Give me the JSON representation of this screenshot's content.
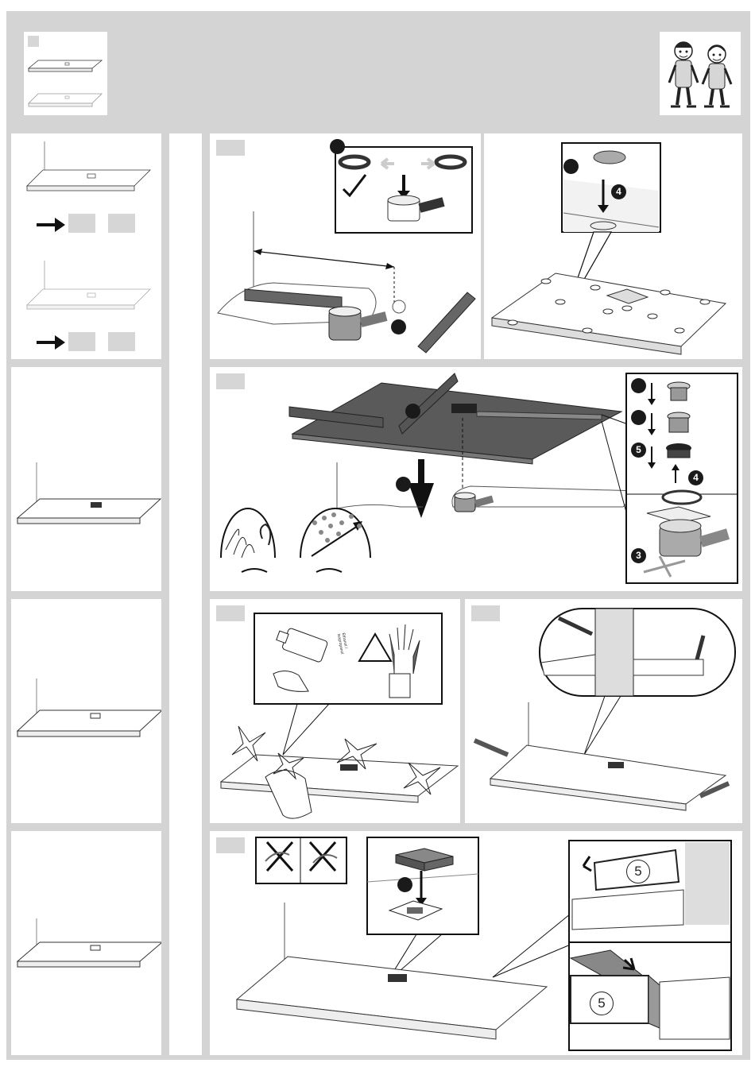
{
  "steps": {
    "adhesive_change": {
      "label": "4"
    },
    "trap": {
      "numbers": [
        "5",
        "4",
        "3"
      ]
    },
    "panel": {
      "numbers": [
        "5",
        "5"
      ]
    }
  },
  "bottle": {
    "label": "Ethanol / Isopropanol"
  },
  "colors": {
    "frame": "#d4d4d4",
    "panel": "#ffffff",
    "tray_top": "#5a5a5a",
    "tab": "#d6d6d6",
    "ink": "#1a1a1a"
  }
}
